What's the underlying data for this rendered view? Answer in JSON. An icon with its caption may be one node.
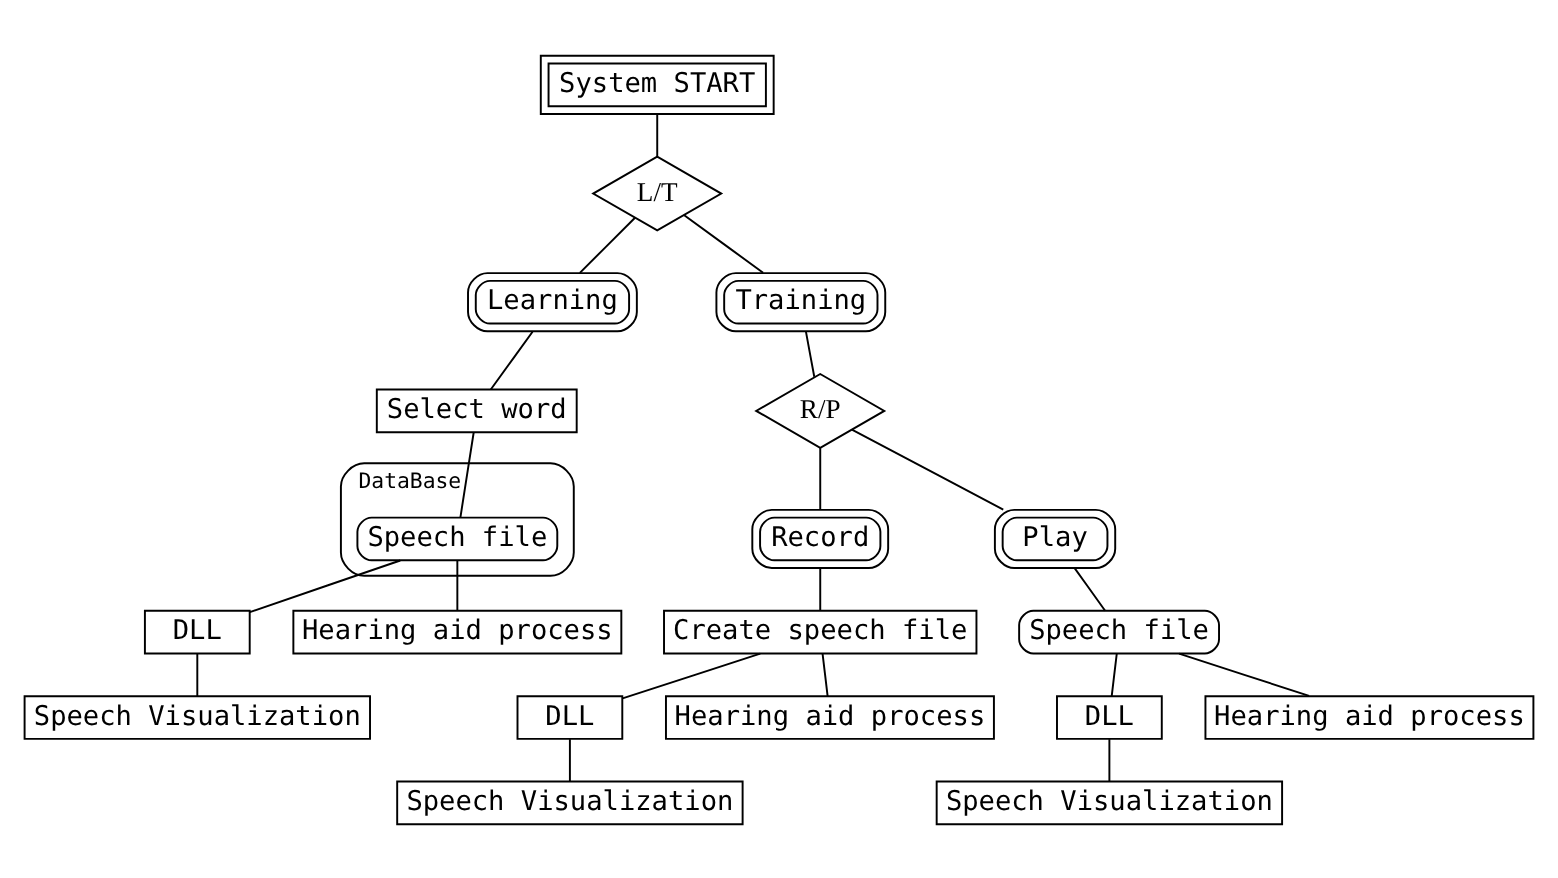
{
  "diagram": {
    "nodes": [
      {
        "text": [
          "System START"
        ]
      },
      {
        "text": [
          "L/T"
        ]
      },
      {
        "text": [
          "Learning"
        ]
      },
      {
        "text": [
          "Select word"
        ]
      },
      {
        "text": [
          "DataBase"
        ]
      },
      {
        "text": [
          "Speech file"
        ],
        "in": 4
      },
      {
        "text": [
          "DLL"
        ]
      },
      {
        "text": [
          "Hearing aid process"
        ]
      },
      {
        "text": [
          "Speech Visualization"
        ]
      },
      {
        "text": [
          "Training"
        ]
      },
      {
        "text": [
          "R/P"
        ]
      },
      {
        "text": [
          "Record"
        ]
      },
      {
        "text": [
          "Create speech file"
        ]
      },
      {
        "text": [
          "DLL"
        ]
      },
      {
        "text": [
          "Hearing aid process"
        ]
      },
      {
        "text": [
          "Speech Visualization"
        ]
      },
      {
        "text": [
          "Play"
        ]
      },
      {
        "text": [
          "Speech file"
        ]
      },
      {
        "text": [
          "DLL"
        ]
      },
      {
        "text": [
          "Hearing aid process"
        ]
      },
      {
        "text": [
          "Speech Visualization"
        ]
      }
    ],
    "edges": [
      {
        "from": 0,
        "to": 1,
        "arrow": "none"
      },
      {
        "from": 1,
        "to": 2,
        "arrow": "none"
      },
      {
        "from": 1,
        "to": 9,
        "arrow": "none"
      },
      {
        "from": 2,
        "to": 3,
        "arrow": "none"
      },
      {
        "from": 3,
        "to": 5,
        "arrow": "none"
      },
      {
        "from": 5,
        "to": 6,
        "arrow": "none"
      },
      {
        "from": 5,
        "to": 7,
        "arrow": "none"
      },
      {
        "from": 6,
        "to": 8,
        "arrow": "none"
      },
      {
        "from": 9,
        "to": 10,
        "arrow": "none"
      },
      {
        "from": 10,
        "to": 11,
        "arrow": "none"
      },
      {
        "from": 10,
        "to": 16,
        "arrow": "none"
      },
      {
        "from": 11,
        "to": 12,
        "arrow": "none"
      },
      {
        "from": 12,
        "to": 13,
        "arrow": "none"
      },
      {
        "from": 12,
        "to": 14,
        "arrow": "none"
      },
      {
        "from": 13,
        "to": 15,
        "arrow": "none"
      },
      {
        "from": 16,
        "to": 17,
        "arrow": "none"
      },
      {
        "from": 17,
        "to": 18,
        "arrow": "none"
      },
      {
        "from": 17,
        "to": 19,
        "arrow": "none"
      },
      {
        "from": 18,
        "to": 20,
        "arrow": "none"
      }
    ]
  }
}
